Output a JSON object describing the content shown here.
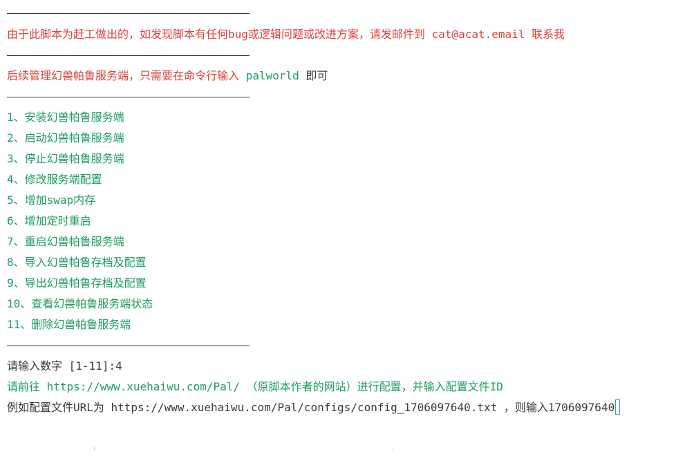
{
  "header": {
    "contact_notice": "由于此脚本为赶工做出的，如发现脚本有任何bug或逻辑问题或改进方案，请发邮件到 cat@acat.email 联系我",
    "manage_hint_prefix": "后续管理幻兽帕鲁服务端，只需要在命令行输入 ",
    "manage_hint_command": "palworld",
    "manage_hint_suffix": " 即可"
  },
  "menu": {
    "items": [
      "1、安装幻兽帕鲁服务端",
      "2、启动幻兽帕鲁服务端",
      "3、停止幻兽帕鲁服务端",
      "4、修改服务端配置",
      "5、增加swap内存",
      "6、增加定时重启",
      "7、重启幻兽帕鲁服务端",
      "8、导入幻兽帕鲁存档及配置",
      "9、导出幻兽帕鲁存档及配置",
      "10、查看幻兽帕鲁服务端状态",
      "11、删除幻兽帕鲁服务端"
    ]
  },
  "prompt": {
    "label": "请输入数字 [1-11]:",
    "input_value": "4"
  },
  "instructions": {
    "goto_line": "请前往 https://www.xuehaiwu.com/Pal/ （原脚本作者的网站）进行配置，并输入配置文件ID",
    "example_line": "例如配置文件URL为 https://www.xuehaiwu.com/Pal/configs/config_1706097640.txt ，则输入",
    "example_input_value": "1706097640"
  },
  "colors": {
    "notice": "#e0423a",
    "menu": "#1e9e5e",
    "text": "#3a3a3a",
    "cursor": "#3a8ee6"
  }
}
